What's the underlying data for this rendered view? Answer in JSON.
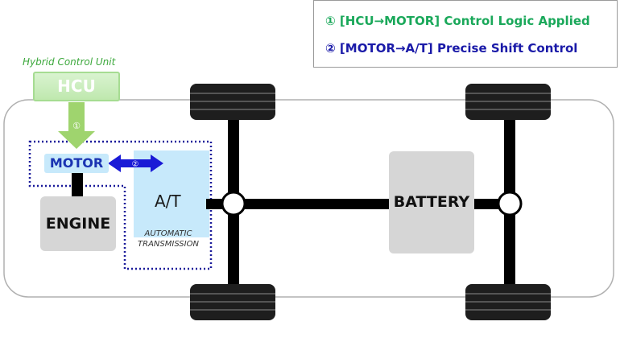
{
  "legend": {
    "line1": "① [HCU→MOTOR] Control Logic Applied",
    "line2": "② [MOTOR→A/T] Precise Shift Control",
    "line1_color": "#1aa85a",
    "line2_color": "#1a1aa8"
  },
  "hcu": {
    "caption": "Hybrid Control Unit",
    "label": "HCU"
  },
  "motor": {
    "label": "MOTOR"
  },
  "transmission": {
    "label": "A/T",
    "caption_line1": "AUTOMATIC",
    "caption_line2": "TRANSMISSION"
  },
  "engine": {
    "label": "ENGINE"
  },
  "battery": {
    "label": "BATTERY"
  },
  "arrows": {
    "hcu_to_motor_marker": "①",
    "motor_to_at_marker": "②"
  },
  "colors": {
    "hcu_green": "#a6dc92",
    "motor_blue": "#1a33b2",
    "transmission_fill": "#c7e9fb",
    "component_gray": "#d6d6d6",
    "dotted_border": "#1a1a9a"
  }
}
